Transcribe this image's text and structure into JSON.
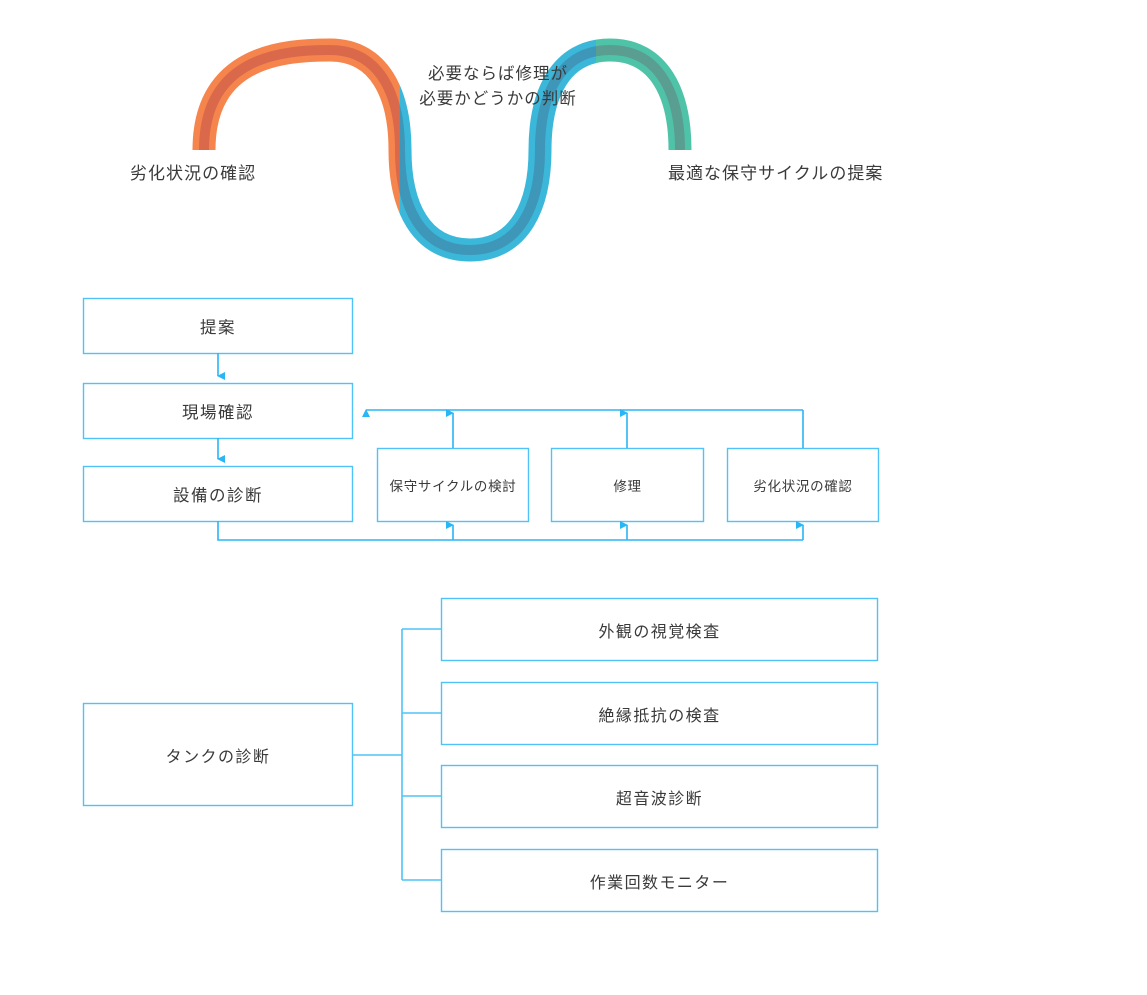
{
  "colors": {
    "line": "#4FC3F7",
    "arrow": "#29B6F6",
    "wave_orange": "#F5854C",
    "wave_orange_dark": "#D9694A",
    "wave_blue": "#3BB7D9",
    "wave_blue_dark": "#3E96B8",
    "wave_green": "#4FC3A8",
    "wave_green_dark": "#5A9E92",
    "text": "#3a3a3a",
    "background": "#ffffff"
  },
  "wave_section": {
    "left_label": "劣化状況の確認",
    "center_label_line1": "必要ならば修理が",
    "center_label_line2": "必要かどうかの判断",
    "right_label": "最適な保守サイクルの提案",
    "segments": [
      {
        "name": "assessment",
        "color_key": "wave_orange"
      },
      {
        "name": "judgement",
        "color_key": "wave_blue"
      },
      {
        "name": "proposal",
        "color_key": "wave_green"
      }
    ]
  },
  "flow_section": {
    "main_steps": [
      {
        "label": "提案"
      },
      {
        "label": "現場確認"
      },
      {
        "label": "設備の診断"
      }
    ],
    "branch_steps": [
      {
        "label": "保守サイクルの検討"
      },
      {
        "label": "修理"
      },
      {
        "label": "劣化状況の確認"
      }
    ],
    "connectors": [
      {
        "name": "proposal-to-site-check",
        "type": "arrow-down"
      },
      {
        "name": "site-check-to-diagnosis",
        "type": "arrow-down"
      },
      {
        "name": "branches-to-site-check",
        "type": "arrow-left-return"
      },
      {
        "name": "diagnosis-to-branches",
        "type": "arrow-up-fanout"
      }
    ]
  },
  "tree_section": {
    "root": {
      "label": "タンクの診断"
    },
    "children": [
      {
        "label": "外観の視覚検査"
      },
      {
        "label": "絶縁抵抗の検査"
      },
      {
        "label": "超音波診断"
      },
      {
        "label": "作業回数モニター"
      }
    ]
  }
}
